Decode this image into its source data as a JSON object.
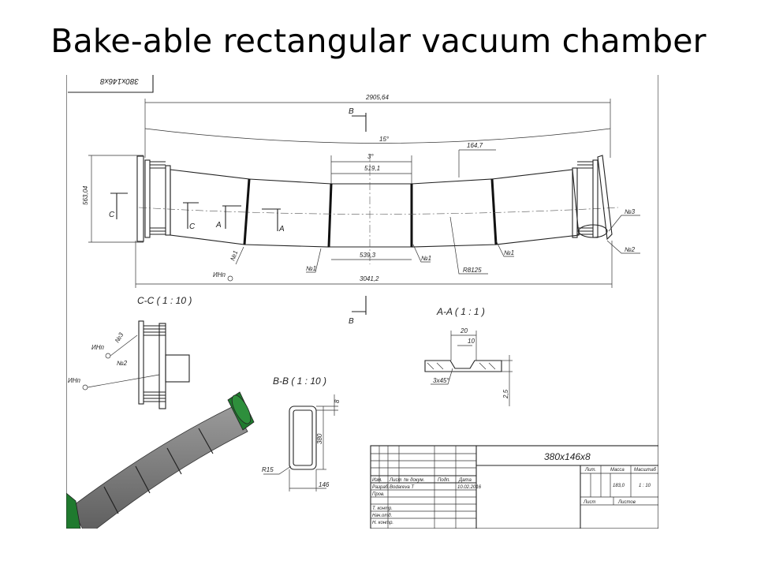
{
  "title": "Bake-able rectangular vacuum chamber",
  "drawing": {
    "corner_stamp": "380x146x8",
    "dims": {
      "overall_top": "2905,64",
      "angle_15": "15°",
      "angle_3": "3°",
      "mid_top": "519,1",
      "side": "164,7",
      "height": "563,04",
      "mid_bottom": "539,3",
      "overall_bottom": "3041,2",
      "radius": "R8125"
    },
    "labels": {
      "section_b": "B",
      "section_c": "C",
      "section_a": "A",
      "weld": "№1",
      "weld_2": "№2",
      "weld_3": "№3",
      "inspect": "ИНп"
    },
    "views": {
      "cc": "C-C ( 1 : 10 )",
      "aa": "A-A ( 1 : 1 )",
      "bb": "B-B ( 1 : 10 )"
    },
    "aa_dims": {
      "w20": "20",
      "w10": "10",
      "chamfer": "3x45°",
      "t": "2,5"
    },
    "bb_dims": {
      "r": "R15",
      "h": "380",
      "w": "146",
      "t": "8"
    },
    "title_block": {
      "designation": "380x146x8",
      "h_izm": "Изм.",
      "h_list": "Лист",
      "h_doc": "№ докум.",
      "h_sign": "Подп.",
      "h_date": "Дата",
      "r_razrab": "Разраб.",
      "r_razrab_name": "Bodareva T",
      "r_razrab_date": "10.02.2016",
      "r_prov": "Пров.",
      "r_tkontr": "Т. контр.",
      "r_nach": "Нач.отд.",
      "r_nkontr": "Н. контр.",
      "lit": "Лит.",
      "massa": "Масса",
      "masshtab": "Масштаб",
      "mass_value": "183,0",
      "scale_value": "1 : 10",
      "list_label": "Лист",
      "listov": "Листов"
    }
  }
}
